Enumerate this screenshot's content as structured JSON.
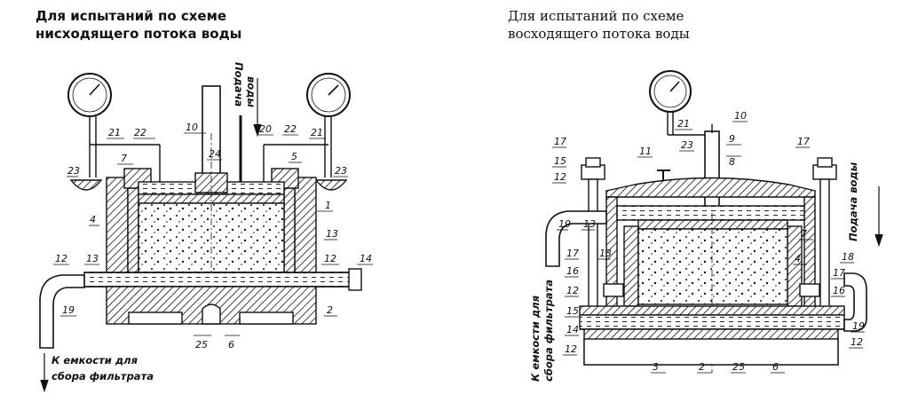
{
  "left_caption": [
    "Для испытаний по схеме",
    "нисходящего потока воды"
  ],
  "right_caption": [
    "Для испытаний по схеме",
    "восходящего потока воды"
  ],
  "left_notes": {
    "water_supply": [
      "Подача",
      "воды"
    ],
    "filtrate": [
      "К емкости для",
      "сбора фильтрата"
    ]
  },
  "right_notes": {
    "water_supply": "Подача воды",
    "filtrate": [
      "К емкости для",
      "сбора фильтрата"
    ]
  },
  "left_labels": [
    "21",
    "22",
    "10",
    "20",
    "22",
    "21",
    "7",
    "24",
    "5",
    "23",
    "23",
    "1",
    "4",
    "13",
    "12",
    "13",
    "12",
    "14",
    "19",
    "2",
    "25",
    "6"
  ],
  "right_labels": [
    "21",
    "10",
    "9",
    "8",
    "23",
    "11",
    "17",
    "17",
    "15",
    "12",
    "19",
    "13",
    "7",
    "4",
    "17",
    "13",
    "16",
    "18",
    "17",
    "16",
    "12",
    "15",
    "14",
    "12",
    "3",
    "2",
    "25",
    "6",
    "19",
    "12"
  ]
}
